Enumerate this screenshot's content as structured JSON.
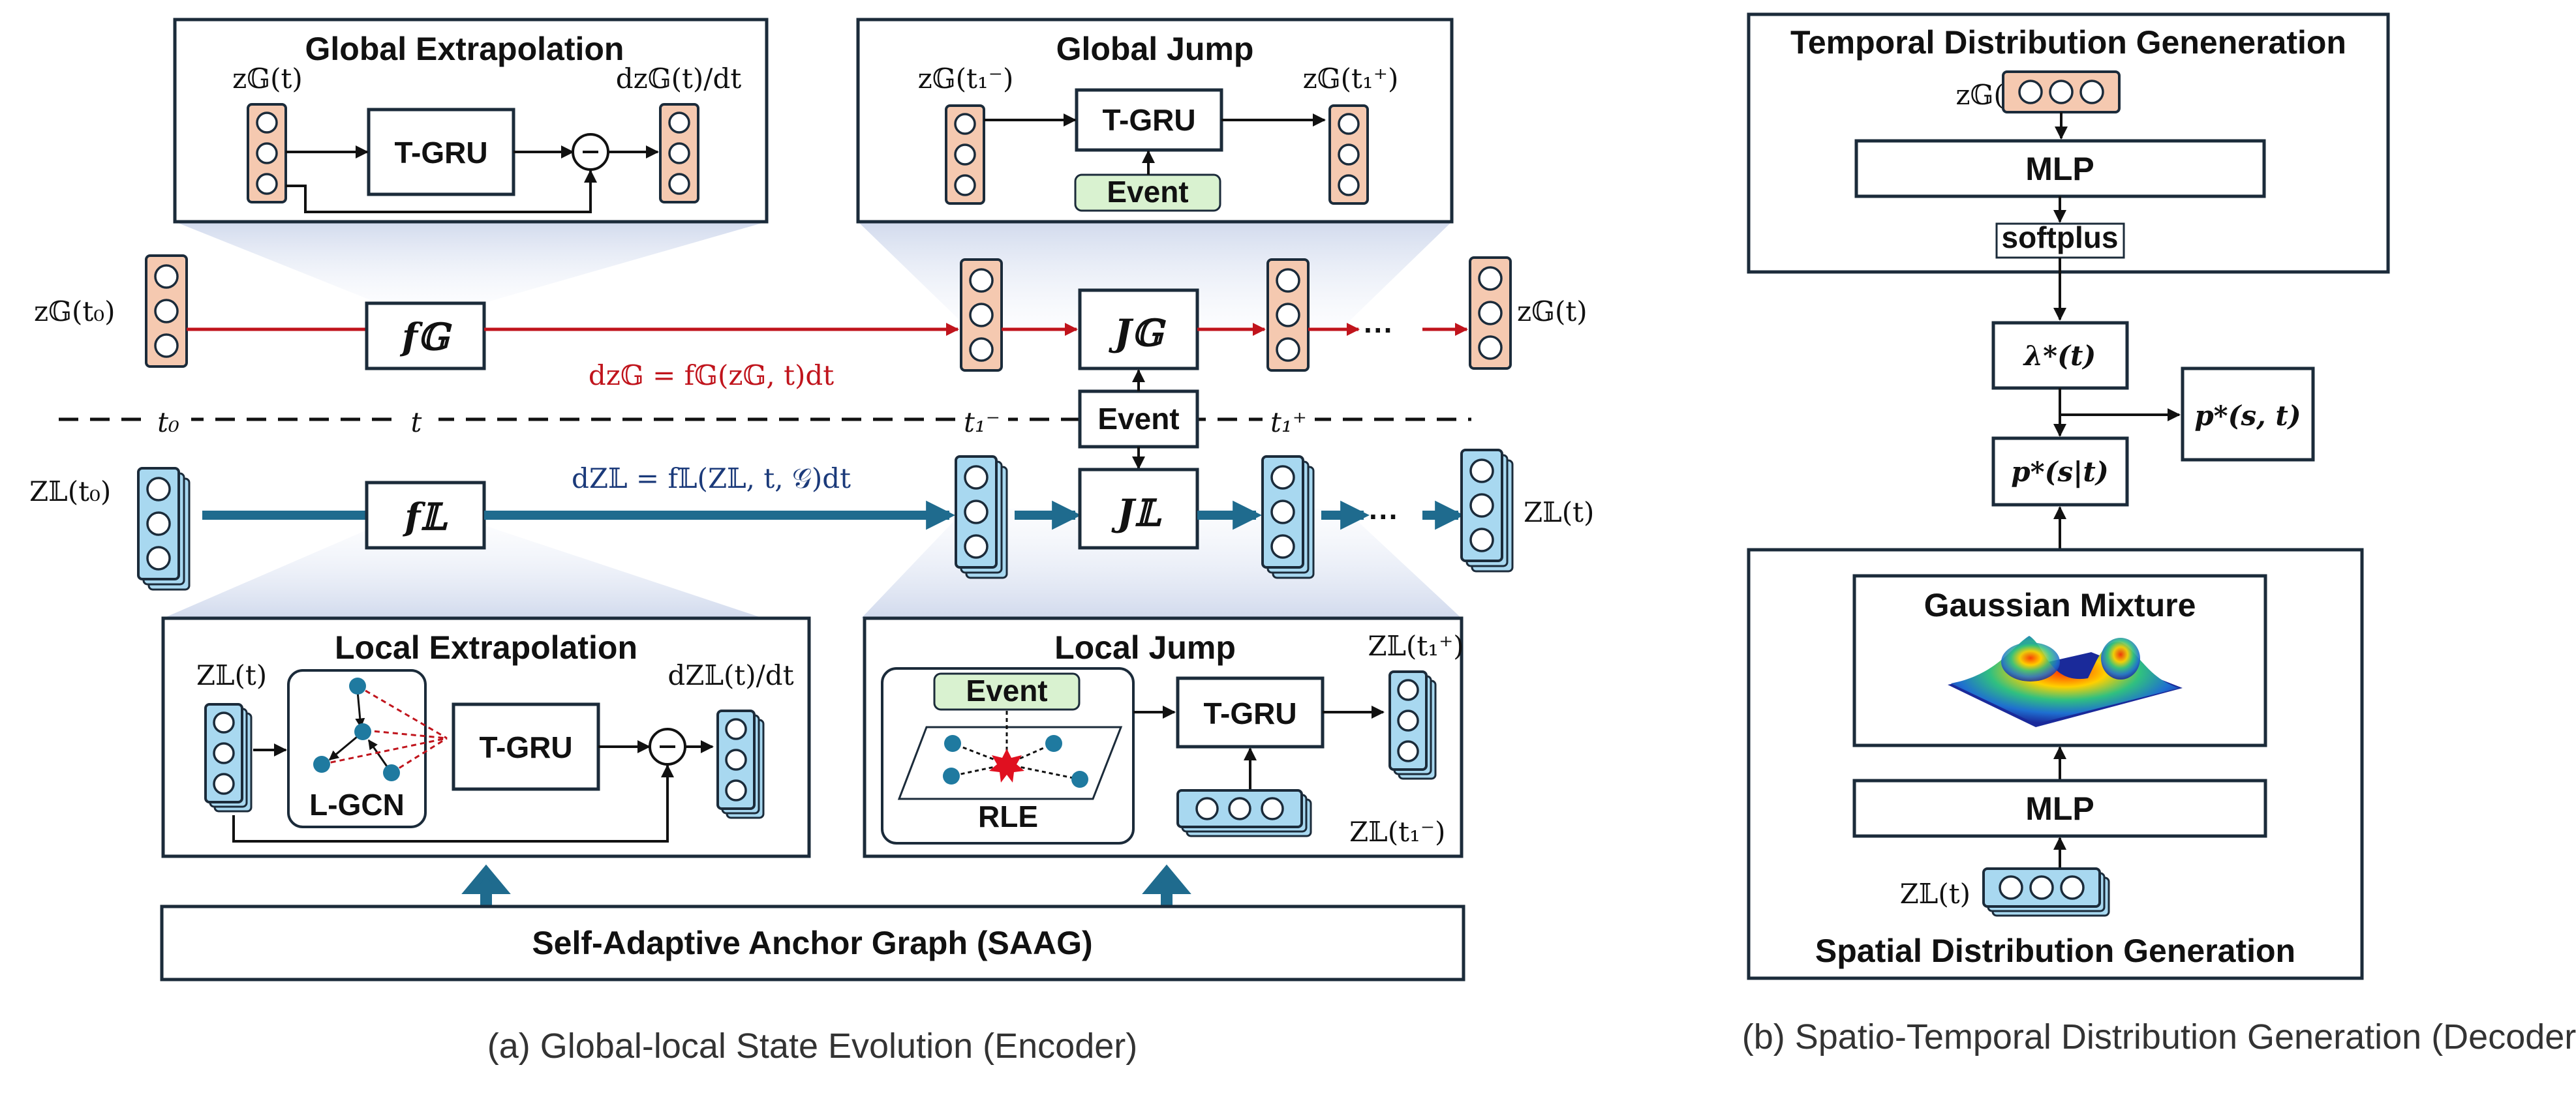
{
  "colors": {
    "global_state": "#f5c9b0",
    "global_line": "#c0141c",
    "local_state": "#a8d8f0",
    "local_line": "#1f6b8e",
    "event_fill": "#d9f2d0",
    "node": "#1f7aa0",
    "border": "#1b2b3a"
  },
  "encoder": {
    "caption": "(a) Global-local State Evolution (Encoder)",
    "global_extrapolation": {
      "title": "Global Extrapolation",
      "input": "z𝔾(t)",
      "output": "dz𝔾(t)/dt",
      "block": "T-GRU"
    },
    "global_jump": {
      "title": "Global Jump",
      "input": "z𝔾(t₁⁻)",
      "output": "z𝔾(t₁⁺)",
      "block": "T-GRU",
      "event": "Event"
    },
    "global_line": {
      "start": "z𝔾(t₀)",
      "end": "z𝔾(t)",
      "f": "f𝔾",
      "jump": "J𝔾",
      "ellipsis": "···",
      "equation": "dz𝔾 = f𝔾(z𝔾, t)dt"
    },
    "timeline": {
      "t0": "t₀",
      "t": "t",
      "t1_minus": "t₁⁻",
      "t1_plus": "t₁⁺",
      "event": "Event"
    },
    "local_line": {
      "start": "Z𝕃(t₀)",
      "end": "Z𝕃(t)",
      "f": "f𝕃",
      "jump": "J𝕃",
      "ellipsis": "···",
      "equation": "dZ𝕃 = f𝕃(Z𝕃, t, 𝒢)dt"
    },
    "local_extrapolation": {
      "title": "Local Extrapolation",
      "input": "Z𝕃(t)",
      "output": "dZ𝕃(t)/dt",
      "gcn": "L-GCN",
      "block": "T-GRU"
    },
    "local_jump": {
      "title": "Local Jump",
      "event": "Event",
      "rle": "RLE",
      "block": "T-GRU",
      "output": "Z𝕃(t₁⁺)",
      "input": "Z𝕃(t₁⁻)"
    },
    "saag": "Self-Adaptive Anchor Graph (SAAG)"
  },
  "decoder": {
    "caption": "(b) Spatio-Temporal Distribution Generation (Decoder)",
    "temporal": {
      "title": "Temporal Distribution Geneneration",
      "input": "z𝔾(t)",
      "mlp": "MLP",
      "softplus": "softplus"
    },
    "lambda": "λ*(t)",
    "p_joint": "p*(s, t)",
    "p_cond": "p*(s|t)",
    "spatial": {
      "title": "Spatial Distribution Generation",
      "gaussian": "Gaussian Mixture",
      "mlp": "MLP",
      "input": "Z𝕃(t)"
    }
  }
}
